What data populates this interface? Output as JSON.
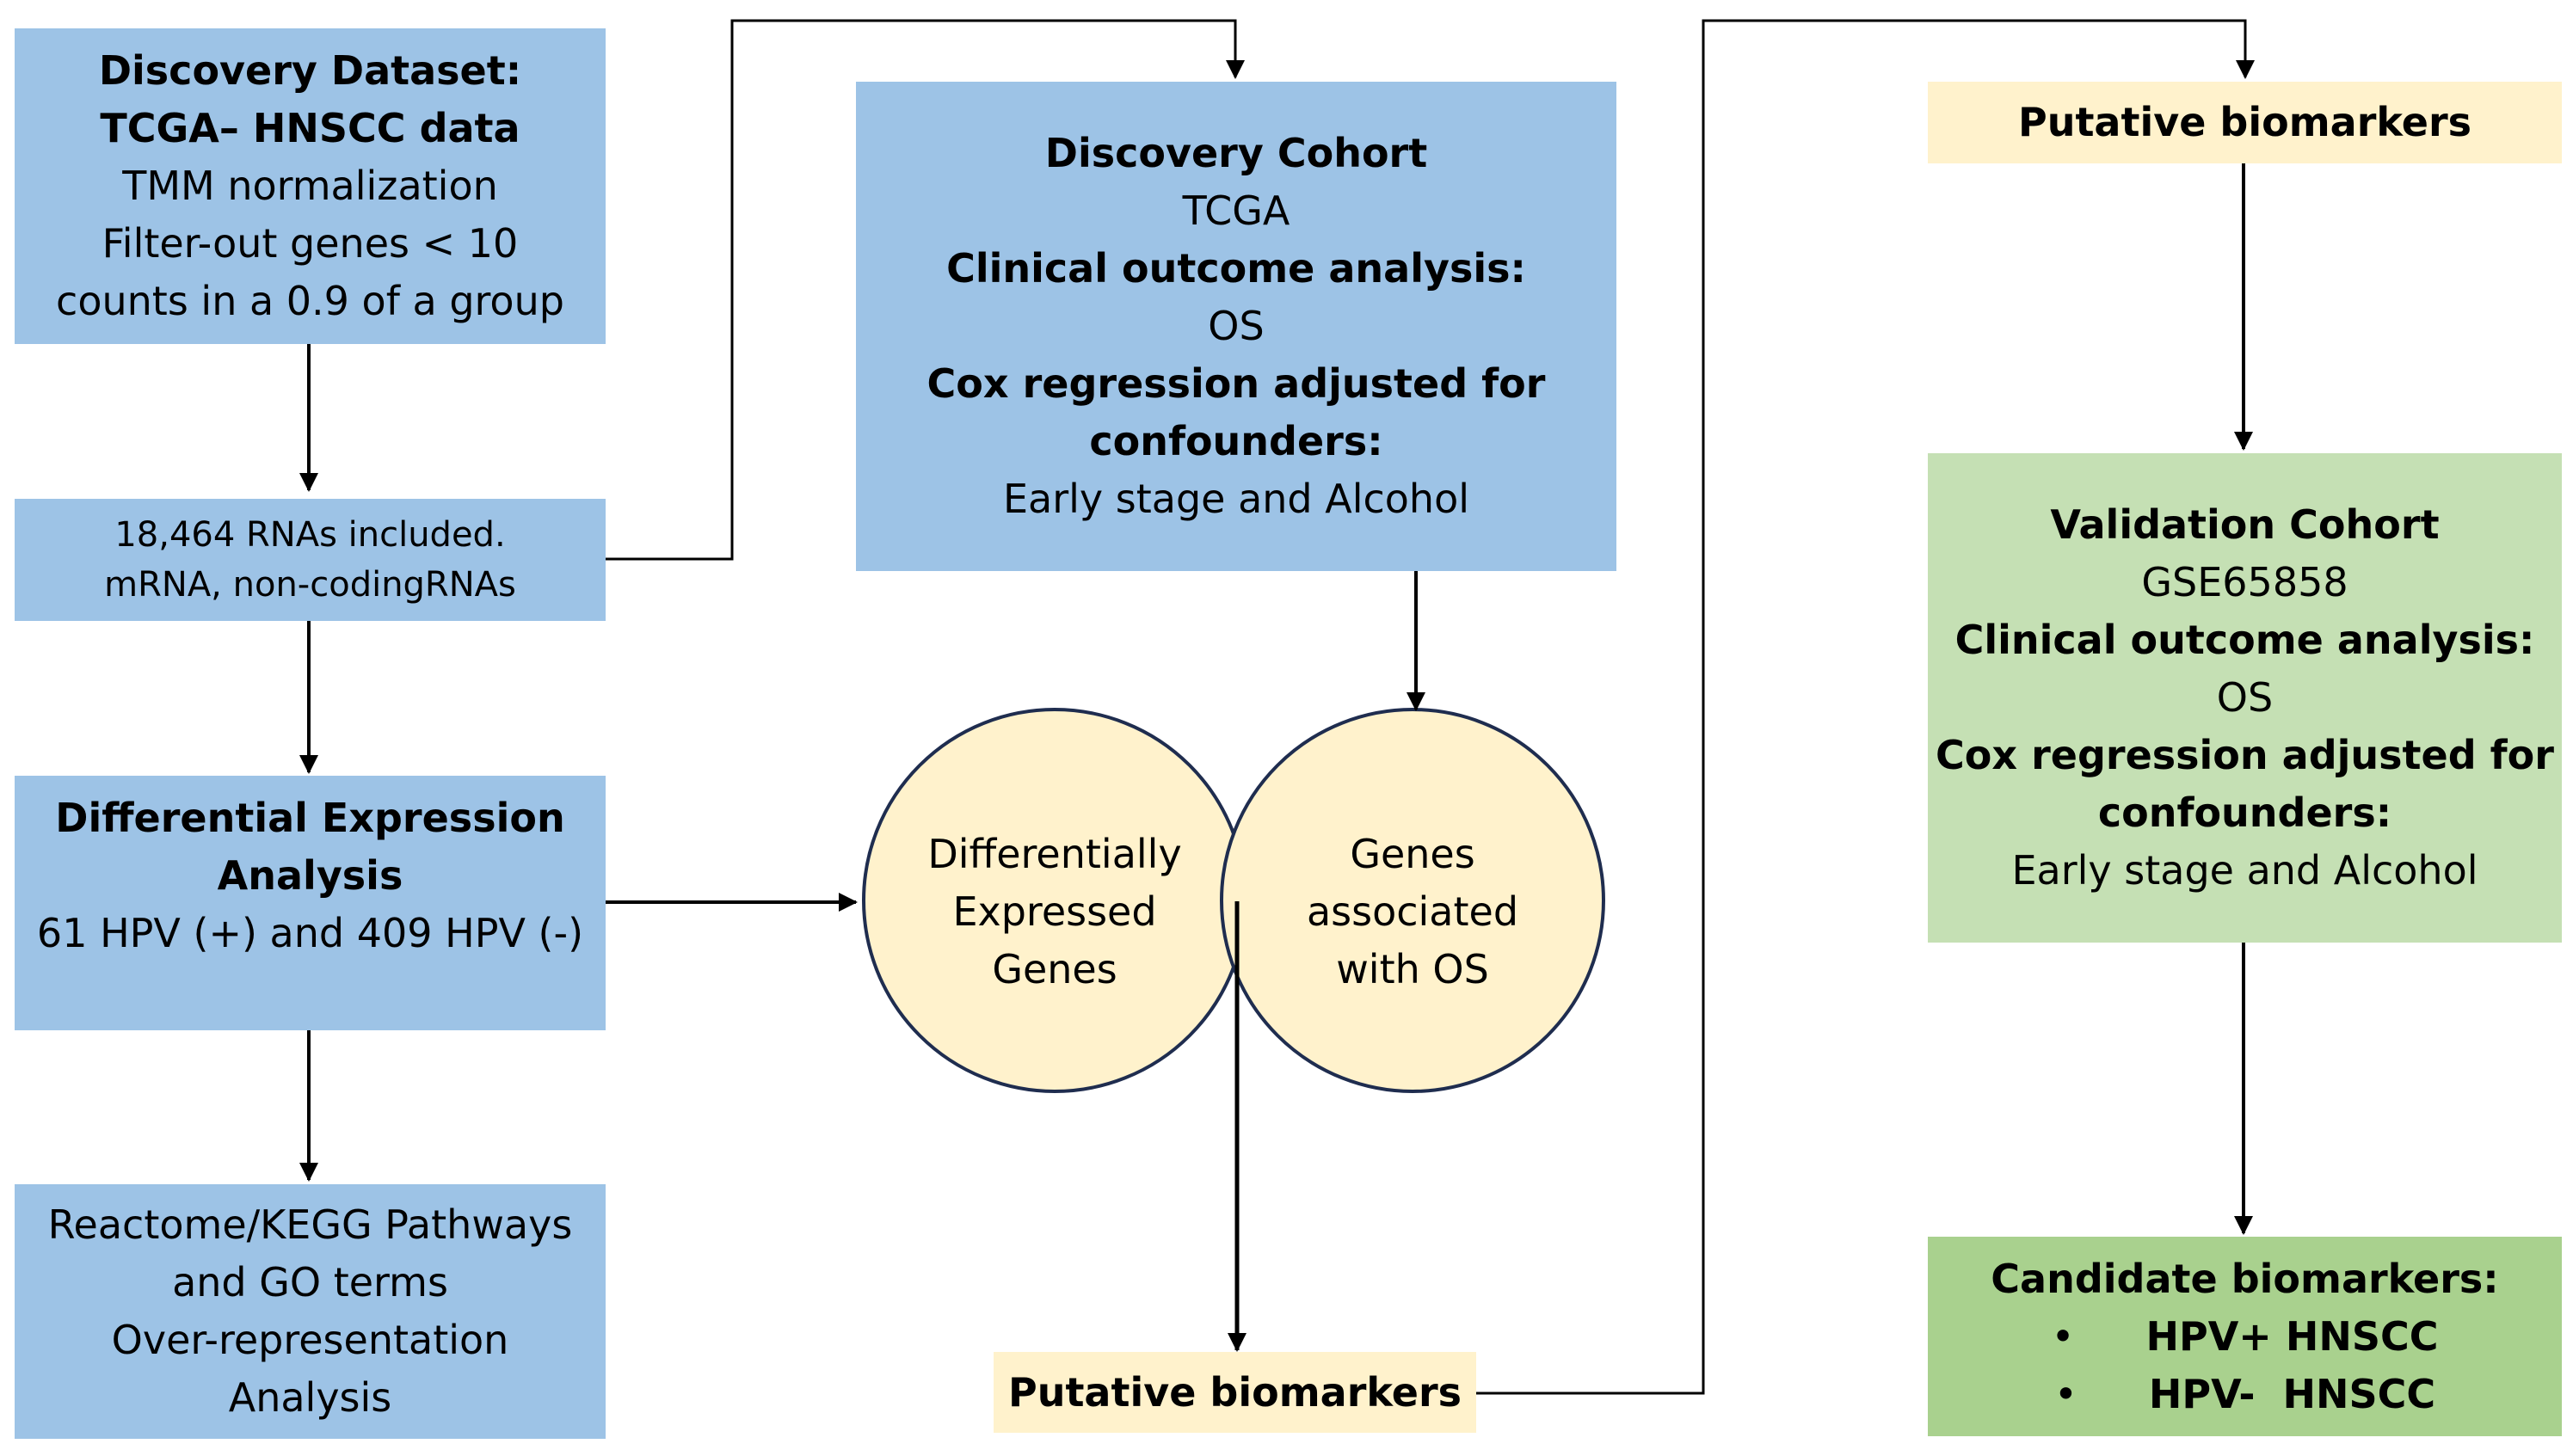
{
  "boxes": {
    "discovery_dataset": {
      "title": "Discovery Dataset:",
      "subtitle": "TCGA– HNSCC data",
      "line1": "TMM normalization",
      "line2": "Filter-out  genes < 10",
      "line3": "counts in a 0.9 of a group"
    },
    "rnas_included": {
      "line1": "18,464 RNAs included.",
      "line2": "mRNA, non-codingRNAs"
    },
    "differential_expression": {
      "title_line1": "Differential Expression",
      "title_line2": "Analysis",
      "line1": "61 HPV (+) and 409 HPV (-)"
    },
    "pathways": {
      "line1": "Reactome/KEGG Pathways",
      "line2": "and GO terms",
      "line3": "Over-representation",
      "line4": "Analysis"
    },
    "discovery_cohort": {
      "title": "Discovery Cohort",
      "line1": "TCGA",
      "bold1": "Clinical outcome analysis:",
      "line2": "OS",
      "bold2_line1": "Cox regression adjusted for",
      "bold2_line2": "confounders:",
      "line3": "Early stage and Alcohol"
    },
    "putative_biomarkers_bottom": {
      "label": "Putative biomarkers"
    },
    "putative_biomarkers_top": {
      "label": "Putative biomarkers"
    },
    "validation_cohort": {
      "title": "Validation Cohort",
      "line1": "GSE65858",
      "bold1": "Clinical outcome analysis:",
      "line2": "OS",
      "bold2_line1": "Cox regression adjusted for",
      "bold2_line2": "confounders:",
      "line3": "Early stage and Alcohol"
    },
    "candidate_biomarkers": {
      "title": "Candidate biomarkers:",
      "bullet": "•",
      "items": [
        "HPV+ HNSCC",
        "HPV-  HNSCC"
      ]
    }
  },
  "venn": {
    "left": {
      "line1": "Differentially",
      "line2": "Expressed",
      "line3": "Genes"
    },
    "right": {
      "line1": "Genes",
      "line2": "associated",
      "line3": "with OS"
    }
  },
  "colors": {
    "blue_box": "#9dc3e6",
    "cream_box": "#fff2cc",
    "light_green_box": "#c5e0b4",
    "green_box": "#a9d18e",
    "circle_fill": "#fff2cc",
    "circle_stroke": "#1f2d4f"
  }
}
